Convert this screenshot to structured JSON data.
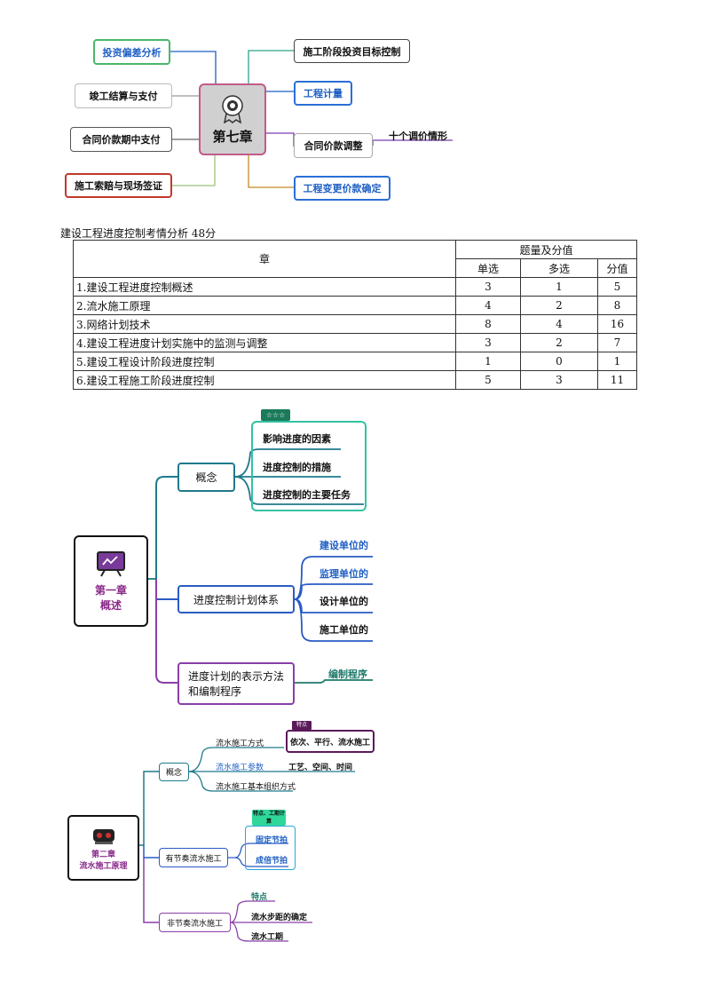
{
  "map7": {
    "center": "第七章",
    "left": [
      "投资偏差分析",
      "竣工结算与支付",
      "合同价款期中支付",
      "施工索赔与现场签证"
    ],
    "right": [
      "施工阶段投资目标控制",
      "工程计量",
      "合同价款调整",
      "工程变更价款确定"
    ],
    "sub": "十个调价情形"
  },
  "table": {
    "caption": "建设工程进度控制考情分析 48分",
    "header_chapter": "章",
    "header_group": "题量及分值",
    "header_cols": [
      "单选",
      "多选",
      "分值"
    ],
    "rows": [
      {
        "name": "1.建设工程进度控制概述",
        "single": "3",
        "multi": "1",
        "score": "5"
      },
      {
        "name": "2.流水施工原理",
        "single": "4",
        "multi": "2",
        "score": "8"
      },
      {
        "name": "3.网络计划技术",
        "single": "8",
        "multi": "4",
        "score": "16"
      },
      {
        "name": "4.建设工程进度计划实施中的监测与调整",
        "single": "3",
        "multi": "2",
        "score": "7"
      },
      {
        "name": "5.建设工程设计阶段进度控制",
        "single": "1",
        "multi": "0",
        "score": "1"
      },
      {
        "name": "6.建设工程施工阶段进度控制",
        "single": "5",
        "multi": "3",
        "score": "11"
      }
    ]
  },
  "map1": {
    "center_line1": "第一章",
    "center_line2": "概述",
    "b1": "概念",
    "b1_tag": "☆☆☆",
    "b1_items": [
      "影响进度的因素",
      "进度控制的措施",
      "进度控制的主要任务"
    ],
    "b2": "进度控制计划体系",
    "b2_items": [
      "建设单位的",
      "监理单位的",
      "设计单位的",
      "施工单位的"
    ],
    "b3_line1": "进度计划的表示方法",
    "b3_line2": "和编制程序",
    "b3_item": "编制程序"
  },
  "map2": {
    "center_line1": "第二章",
    "center_line2": "流水施工原理",
    "b1": "概念",
    "b1_items": [
      "流水施工方式",
      "流水施工参数",
      "流水施工基本组织方式"
    ],
    "b1_tag": "特点",
    "b1_box": "依次、平行、流水施工",
    "b1_param": "工艺、空间、时间",
    "b2": "有节奏流水施工",
    "b2_tag": "特点、工期计算",
    "b2_items": [
      "固定节拍",
      "成倍节拍"
    ],
    "b3": "非节奏流水施工",
    "b3_items": [
      "特点",
      "流水步距的确定",
      "流水工期"
    ]
  }
}
